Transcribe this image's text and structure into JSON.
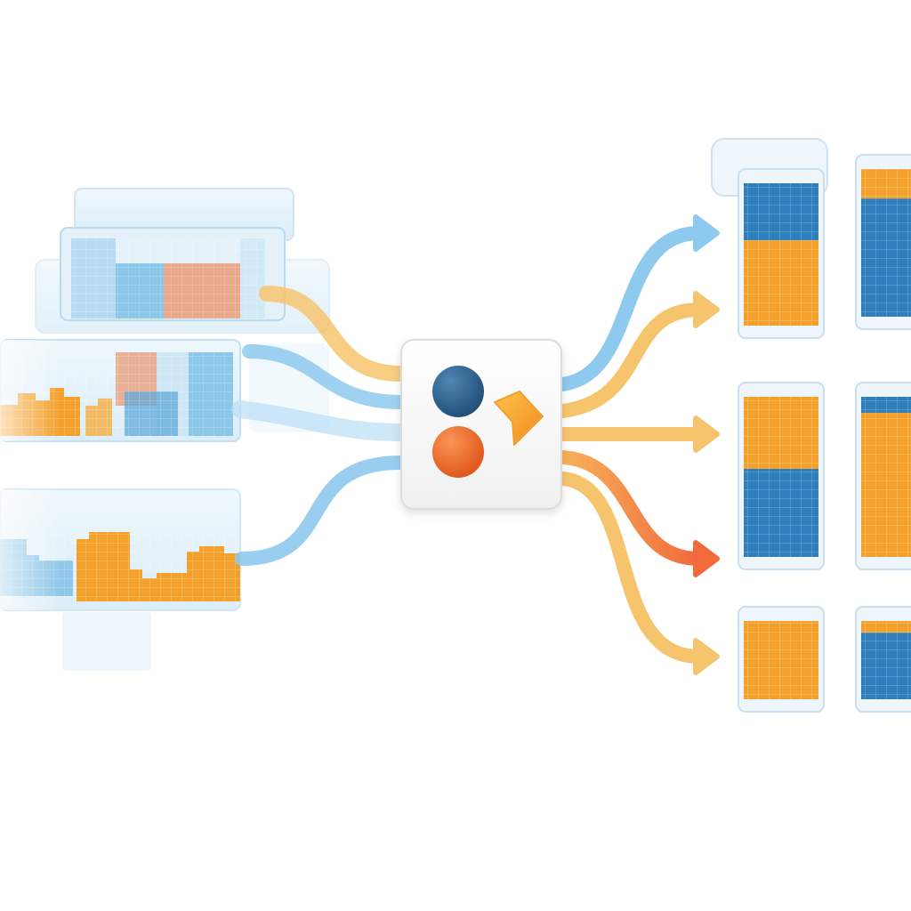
{
  "diagram": {
    "colors": {
      "background": "#ffffff",
      "blue": "#2f7fbd",
      "blue_light": "#8ec9ee",
      "orange": "#f3a12c",
      "orange_light": "#f7c46e",
      "red_orange": "#f06a3c",
      "salmon": "#e9a98d",
      "glass": "#dcecf6",
      "node_fill": "#fafafa",
      "node_blue": "#245b87",
      "node_orange": "#ec6a2b"
    },
    "hub": {
      "icons": [
        "blue-circle-icon",
        "orange-circle-icon",
        "orange-arrow-icon"
      ]
    },
    "sources": [
      {
        "name": "source-panel-top",
        "fill": "#e9a98d"
      },
      {
        "name": "source-panel-middle",
        "fill": "#8ec9ee"
      },
      {
        "name": "source-panel-bottom",
        "fill": "#f3a12c"
      }
    ],
    "input_flows": [
      {
        "name": "input-flow-1",
        "color": "#f7c46e"
      },
      {
        "name": "input-flow-2",
        "color": "#8ec9ee"
      },
      {
        "name": "input-flow-3",
        "color": "#8ec9ee"
      },
      {
        "name": "input-flow-4",
        "color": "#8ec9ee"
      }
    ],
    "output_flows": [
      {
        "name": "output-flow-1",
        "color": "#8ec9ee"
      },
      {
        "name": "output-flow-2",
        "color": "#f7c46e"
      },
      {
        "name": "output-flow-3",
        "color": "#f7c46e"
      },
      {
        "name": "output-flow-4",
        "color": "#f06a3c"
      },
      {
        "name": "output-flow-5",
        "color": "#f7c46e"
      }
    ],
    "outputs": [
      {
        "name": "output-bin-1",
        "segments": [
          {
            "color": "#2f7fbd",
            "frac": 0.4
          },
          {
            "color": "#f3a12c",
            "frac": 0.6
          }
        ]
      },
      {
        "name": "output-bin-2",
        "segments": [
          {
            "color": "#f3a12c",
            "frac": 0.2
          },
          {
            "color": "#2f7fbd",
            "frac": 0.8
          }
        ]
      },
      {
        "name": "output-bin-3",
        "segments": [
          {
            "color": "#f3a12c",
            "frac": 0.45
          },
          {
            "color": "#2f7fbd",
            "frac": 0.55
          }
        ]
      },
      {
        "name": "output-bin-4",
        "segments": [
          {
            "color": "#2f7fbd",
            "frac": 0.1
          },
          {
            "color": "#f3a12c",
            "frac": 0.9
          }
        ]
      },
      {
        "name": "output-bin-5",
        "segments": [
          {
            "color": "#f3a12c",
            "frac": 1.0
          }
        ]
      },
      {
        "name": "output-bin-6",
        "segments": [
          {
            "color": "#f3a12c",
            "frac": 0.15
          },
          {
            "color": "#2f7fbd",
            "frac": 0.85
          }
        ]
      }
    ]
  }
}
